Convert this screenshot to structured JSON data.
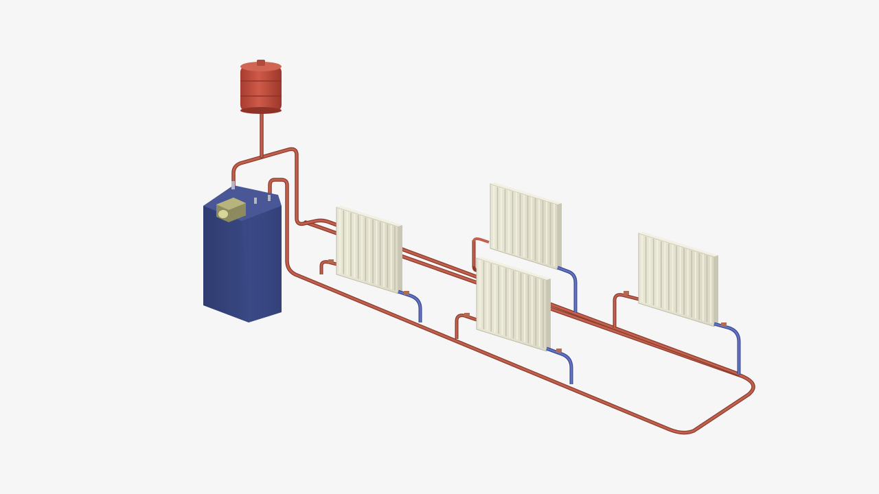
{
  "diagram": {
    "type": "two-pipe hydronic heating system",
    "components": {
      "expansion_vessel": {
        "shape": "vessel-icon"
      },
      "boiler": {
        "shape": "boiler-icon"
      },
      "radiators": [
        {
          "id": "radiator-1",
          "position": "front-left"
        },
        {
          "id": "radiator-2",
          "position": "back-middle"
        },
        {
          "id": "radiator-3",
          "position": "front-middle"
        },
        {
          "id": "radiator-4",
          "position": "right"
        }
      ],
      "pipes": {
        "flow_pipe": {
          "role": "supply"
        },
        "return_pipe": {
          "role": "return"
        }
      }
    },
    "colors": {
      "background": "#f6f6f6",
      "pipe": "#bb5a47",
      "pipe_dark": "#8a3b2d",
      "return_branch": "#4d5da8",
      "boiler_body": "#34427a",
      "boiler_shade": "#26315d",
      "vessel": "#c0483a",
      "radiator": "#e7e4d2",
      "radiator_shade": "#c9c6b3"
    }
  }
}
